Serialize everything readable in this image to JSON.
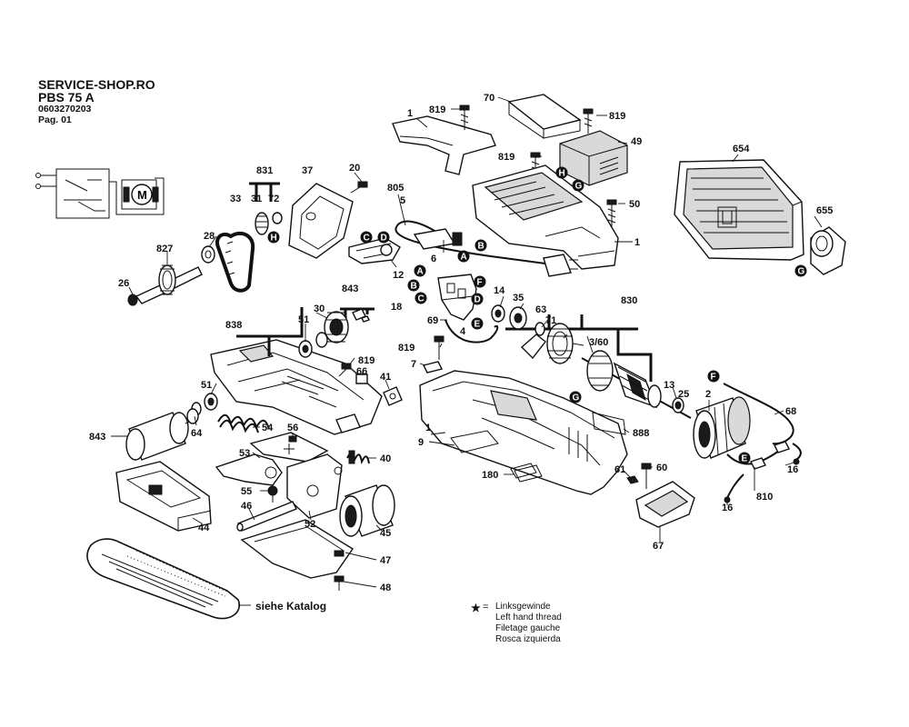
{
  "header": {
    "shop": "SERVICE-SHOP.RO",
    "model": "PBS 75 A",
    "part_number": "0603270203",
    "page": "Pag. 01"
  },
  "legend": {
    "symbol": "★",
    "equals": "=",
    "lines": [
      "Linksgewinde",
      "Left hand thread",
      "Filetage gauche",
      "Rosca izquierda"
    ]
  },
  "belt_note": "siehe Katalog",
  "motor_symbol": "M",
  "part_labels": [
    {
      "id": "p1a",
      "text": "1"
    },
    {
      "id": "p819a",
      "text": "819"
    },
    {
      "id": "p70",
      "text": "70"
    },
    {
      "id": "p819b",
      "text": "819"
    },
    {
      "id": "p49",
      "text": "49"
    },
    {
      "id": "p654",
      "text": "654"
    },
    {
      "id": "p831",
      "text": "831"
    },
    {
      "id": "p37",
      "text": "37"
    },
    {
      "id": "p20",
      "text": "20"
    },
    {
      "id": "p33",
      "text": "33"
    },
    {
      "id": "p31",
      "text": "31"
    },
    {
      "id": "p72",
      "text": "72"
    },
    {
      "id": "p805",
      "text": "805"
    },
    {
      "id": "p5",
      "text": "5"
    },
    {
      "id": "p819c",
      "text": "819"
    },
    {
      "id": "p50",
      "text": "50"
    },
    {
      "id": "p655",
      "text": "655"
    },
    {
      "id": "p1b",
      "text": "1"
    },
    {
      "id": "p28",
      "text": "28"
    },
    {
      "id": "p827",
      "text": "827"
    },
    {
      "id": "p6",
      "text": "6"
    },
    {
      "id": "p12",
      "text": "12"
    },
    {
      "id": "p26",
      "text": "26"
    },
    {
      "id": "p843a",
      "text": "843"
    },
    {
      "id": "p18",
      "text": "18"
    },
    {
      "id": "p14",
      "text": "14"
    },
    {
      "id": "p35",
      "text": "35"
    },
    {
      "id": "p63",
      "text": "63"
    },
    {
      "id": "p830",
      "text": "830"
    },
    {
      "id": "p838",
      "text": "838"
    },
    {
      "id": "p51a",
      "text": "51"
    },
    {
      "id": "p30",
      "text": "30"
    },
    {
      "id": "p69",
      "text": "69"
    },
    {
      "id": "p4",
      "text": "4"
    },
    {
      "id": "p71",
      "text": "71"
    },
    {
      "id": "p360",
      "text": "3/60"
    },
    {
      "id": "p819d",
      "text": "819"
    },
    {
      "id": "p819e",
      "text": "819"
    },
    {
      "id": "p7",
      "text": "7"
    },
    {
      "id": "p66",
      "text": "66"
    },
    {
      "id": "p41",
      "text": "41"
    },
    {
      "id": "p51b",
      "text": "51"
    },
    {
      "id": "p13",
      "text": "13"
    },
    {
      "id": "p25",
      "text": "25"
    },
    {
      "id": "p2",
      "text": "2"
    },
    {
      "id": "p68",
      "text": "68"
    },
    {
      "id": "p843b",
      "text": "843"
    },
    {
      "id": "p64",
      "text": "64"
    },
    {
      "id": "p54",
      "text": "54"
    },
    {
      "id": "p56",
      "text": "56"
    },
    {
      "id": "p1c",
      "text": "1"
    },
    {
      "id": "p888",
      "text": "888"
    },
    {
      "id": "p9",
      "text": "9"
    },
    {
      "id": "p53",
      "text": "53"
    },
    {
      "id": "p40",
      "text": "40"
    },
    {
      "id": "p180",
      "text": "180"
    },
    {
      "id": "p61",
      "text": "61"
    },
    {
      "id": "p60",
      "text": "60"
    },
    {
      "id": "p16a",
      "text": "16"
    },
    {
      "id": "p55",
      "text": "55"
    },
    {
      "id": "p810",
      "text": "810"
    },
    {
      "id": "p46",
      "text": "46"
    },
    {
      "id": "p16b",
      "text": "16"
    },
    {
      "id": "p52",
      "text": "52"
    },
    {
      "id": "p44",
      "text": "44"
    },
    {
      "id": "p45",
      "text": "45"
    },
    {
      "id": "p67",
      "text": "67"
    },
    {
      "id": "p47",
      "text": "47"
    },
    {
      "id": "p48",
      "text": "48"
    }
  ],
  "callouts": [
    {
      "id": "cH1",
      "text": "H"
    },
    {
      "id": "cG1",
      "text": "G"
    },
    {
      "id": "cH2",
      "text": "H"
    },
    {
      "id": "cC1",
      "text": "C"
    },
    {
      "id": "cD1",
      "text": "D"
    },
    {
      "id": "cA1",
      "text": "A"
    },
    {
      "id": "cB1",
      "text": "B"
    },
    {
      "id": "cG2",
      "text": "G"
    },
    {
      "id": "cA2",
      "text": "A"
    },
    {
      "id": "cF1",
      "text": "F"
    },
    {
      "id": "cB2",
      "text": "B"
    },
    {
      "id": "cC2",
      "text": "C"
    },
    {
      "id": "cD2",
      "text": "D"
    },
    {
      "id": "cE1",
      "text": "E"
    },
    {
      "id": "cG3",
      "text": "G"
    },
    {
      "id": "cF2",
      "text": "F"
    },
    {
      "id": "cE2",
      "text": "E"
    }
  ]
}
